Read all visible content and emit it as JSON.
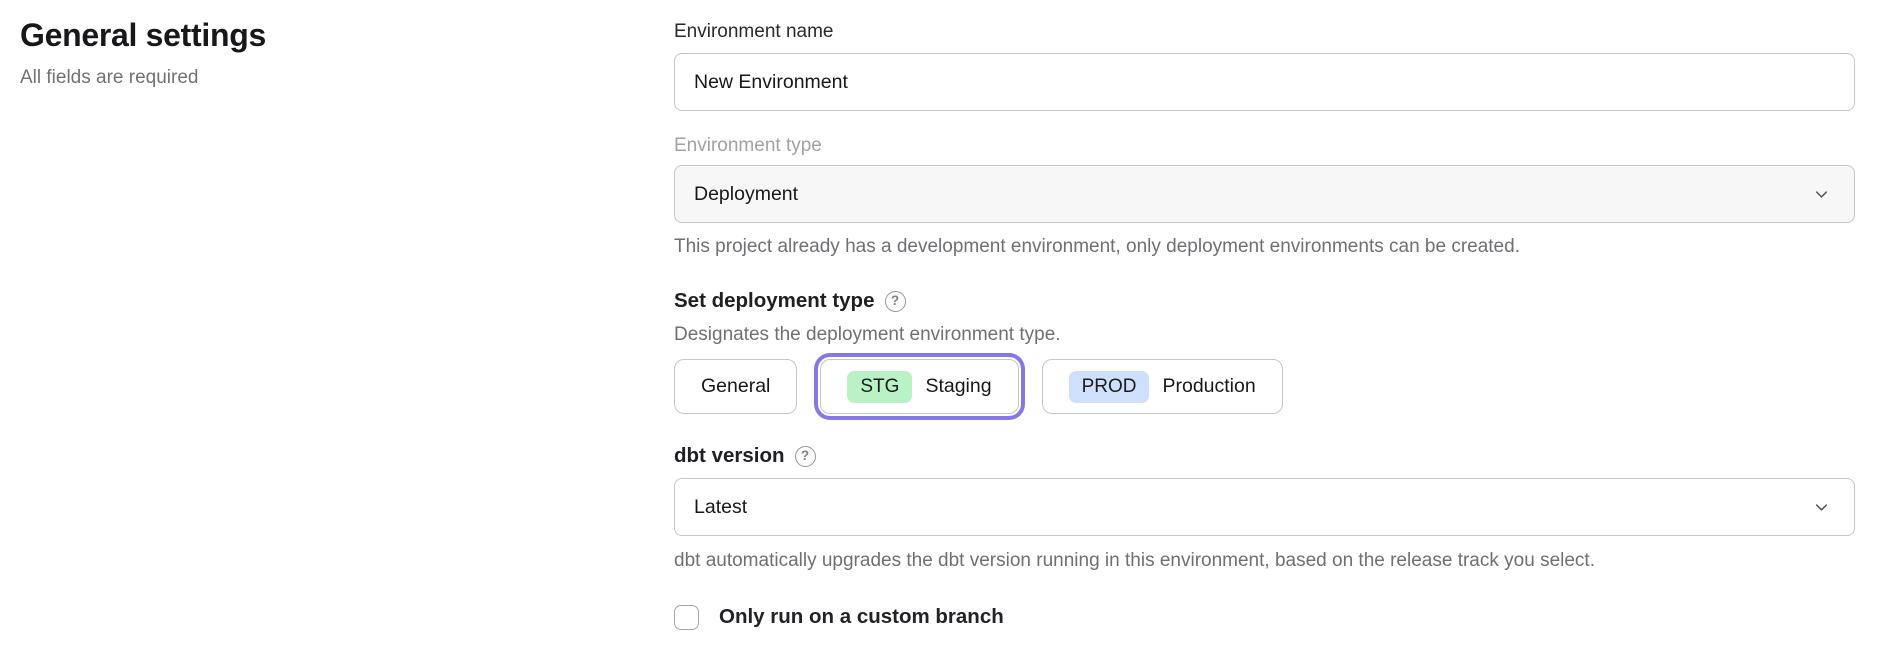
{
  "left_panel": {
    "title": "General settings",
    "subtitle": "All fields are required"
  },
  "form": {
    "environment_name": {
      "label": "Environment name",
      "value": "New Environment"
    },
    "environment_type": {
      "label": "Environment type",
      "value": "Deployment",
      "disabled": true,
      "helper": "This project already has a development environment, only deployment environments can be created."
    },
    "deployment_type": {
      "label": "Set deployment type",
      "help_icon": "question-circle",
      "description": "Designates the deployment environment type.",
      "options": [
        {
          "label": "General",
          "badge": "",
          "selected": false
        },
        {
          "label": "Staging",
          "badge": "STG",
          "badge_color": "#b9f2c5",
          "selected": true
        },
        {
          "label": "Production",
          "badge": "PROD",
          "badge_color": "#cfe0fc",
          "selected": false
        }
      ],
      "selected_ring_color": "#8577e8"
    },
    "dbt_version": {
      "label": "dbt version",
      "help_icon": "question-circle",
      "value": "Latest",
      "helper": "dbt automatically upgrades the dbt version running in this environment, based on the release track you select."
    },
    "custom_branch": {
      "label": "Only run on a custom branch",
      "checked": false
    }
  },
  "colors": {
    "border": "#c5c6c8",
    "disabled_bg": "#f7f7f8",
    "muted_text": "#6f7074",
    "disabled_label": "#a1a2a6",
    "staging_badge": "#b9f2c5",
    "production_badge": "#cfe0fc",
    "selected_ring": "#8577e8"
  }
}
